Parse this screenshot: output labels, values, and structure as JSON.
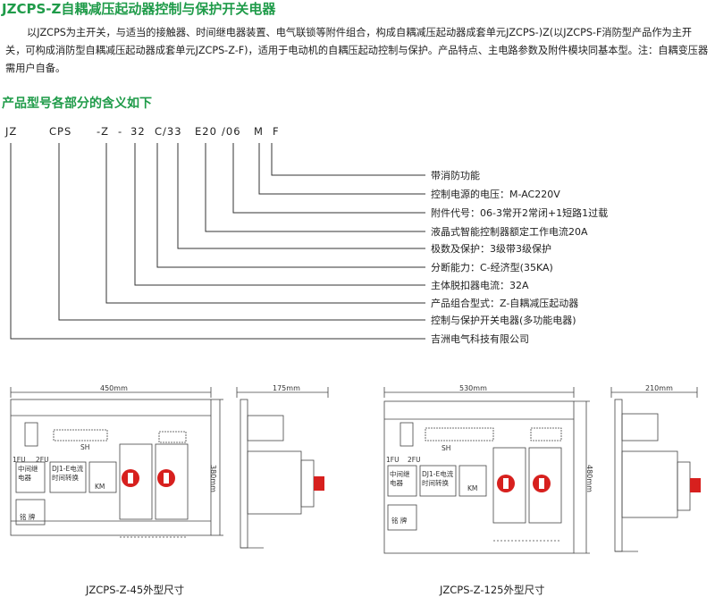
{
  "title": "JZCPS-Z自耦减压起动器控制与保护开关电器",
  "intro": "以JZCPS为主开关，与适当的接触器、时间继电器装置、电气联锁等附件组合，构成自耦减压起动器成套单元JZCPS-)Z(以JZCPS-F消防型产品作为主开关，可构成消防型自耦减压起动器成套单元JZCPS-Z-F)，适用于电动机的自耦压起动控制与保护。产品特点、主电路参数及附件模块同基本型。注：自耦变压器需用户自备。",
  "subtitle": "产品型号各部分的含义如下",
  "model_codes": [
    "JZ",
    "CPS",
    "-Z",
    "-",
    "32",
    "C/33",
    "E20",
    "/06",
    "M",
    "F"
  ],
  "descriptions": [
    "带消防功能",
    "控制电源的电压：M-AC220V",
    "附件代号：06-3常开2常闭+1短路1过载",
    "液晶式智能控制器额定工作电流20A",
    "极数及保护：3级带3级保护",
    "分断能力：C-经济型(35KA)",
    "主体脱扣器电流：32A",
    "产品组合型式：Z-自耦减压起动器",
    "控制与保护开关电器(多功能电器)",
    "吉洲电气科技有限公司"
  ],
  "drawings": [
    {
      "caption": "JZCPS-Z-45外型尺寸",
      "width_dim": "450mm",
      "height_dim": "380mm",
      "side_dim": "175mm",
      "labels": {
        "fu1": "1FU",
        "fu2": "2FU",
        "sh": "SH",
        "relay": "中间继电器",
        "dj": "DJ1-E电流时间转换",
        "km": "KM",
        "plate": "铭 牌"
      }
    },
    {
      "caption": "JZCPS-Z-125外型尺寸",
      "width_dim": "530mm",
      "height_dim": "480mm",
      "side_dim": "210mm",
      "labels": {
        "fu1": "1FU",
        "fu2": "2FU",
        "sh": "SH",
        "relay": "中间继电器",
        "dj": "DJ1-E电流时间转换",
        "km": "KM",
        "plate": "铭 牌"
      }
    }
  ],
  "colors": {
    "heading": "#1f9b49",
    "knob": "#d7201e",
    "text": "#222222"
  }
}
